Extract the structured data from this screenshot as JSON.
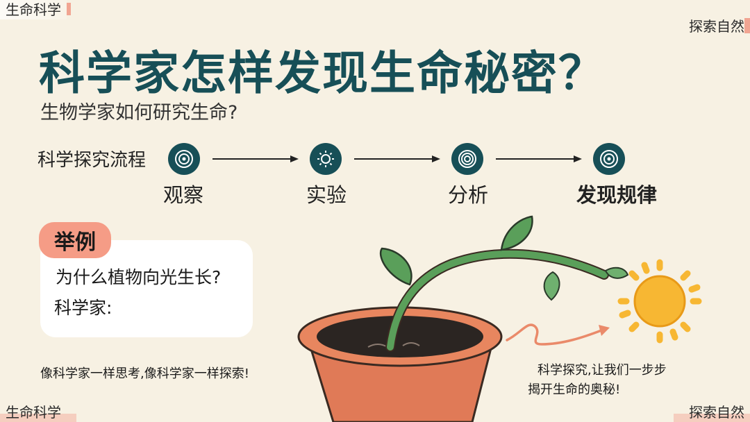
{
  "corners": {
    "top_left": "生命科学",
    "top_right": "探索自然",
    "bottom_left": "生命科学",
    "bottom_right": "探索自然"
  },
  "title": "科学家怎样发现生命秘密？",
  "subtitle": "生物学家如何研究生命?",
  "flow": {
    "label": "科学探究流程",
    "steps": [
      "观察",
      "实验",
      "分析",
      "发现规律"
    ]
  },
  "example": {
    "tag": "举例",
    "question": "为什么植物向光生长?",
    "scientist": "科学家:"
  },
  "motto": "像科学家一样思考,像科学家一样探索!",
  "note": {
    "line1": "科学探究,让我们一步步",
    "line2": "揭开生命的奥秘!"
  },
  "colors": {
    "accent": "#174f57",
    "tag": "#f59c86",
    "background": "#f7f1e3",
    "sun": "#f7b733",
    "pot": "#e07a57",
    "plant": "#5a9f5a"
  }
}
